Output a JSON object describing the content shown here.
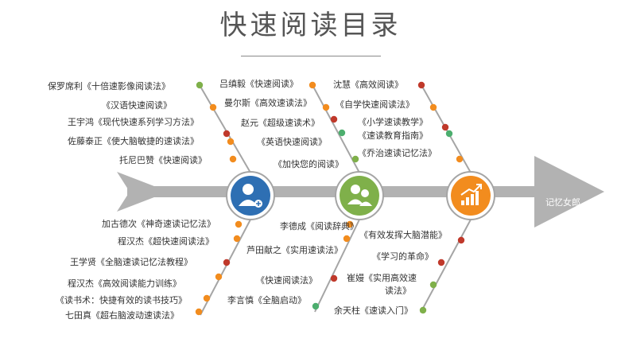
{
  "title": "快速阅读目录",
  "logo": "记忆女郎",
  "colors": {
    "spine": "#aeaeae",
    "bone": "#a5a5a5",
    "blue": "#2e6fb3",
    "green": "#7fb04a",
    "orange": "#f28c1e",
    "gray": "#aeaeae"
  },
  "hubs": [
    {
      "icon": "user-add-icon"
    },
    {
      "icon": "user-group-icon"
    },
    {
      "icon": "bar-chart-icon"
    }
  ],
  "branches": {
    "b1_top": [
      {
        "text": "保罗席利《十倍速影像阅读法》",
        "dot": "#7fb04a"
      },
      {
        "text": "《汉语快速阅读》",
        "dot": "#f28c1e"
      },
      {
        "text": "王宇鸿《现代快速系列学习方法》",
        "dot": "#c0392b"
      },
      {
        "text": "佐藤泰正《使大脑敏捷的速读法》",
        "dot": "#f28c1e"
      },
      {
        "text": "托尼巴赞《快速阅读》",
        "dot": "#f28c1e"
      }
    ],
    "b2_top": [
      {
        "text": "吕缜毅《快速阅读》",
        "dot": "#f28c1e"
      },
      {
        "text": "曼尔斯《高效速读法》",
        "dot": "#f28c1e"
      },
      {
        "text": "赵元《超级速读术》",
        "dot": "#c0392b"
      },
      {
        "text": "《英语快速阅读》",
        "dot": "#4cae6e"
      },
      {
        "text": "《加快您的阅读》",
        "dot": "#7fb04a"
      }
    ],
    "b3_top": [
      {
        "text": "沈慧《高效阅读》",
        "dot": "#c0392b"
      },
      {
        "text": "《自学快速阅读法》",
        "dot": "#f28c1e"
      },
      {
        "text": "《小学速读教学》",
        "dot": "#c0392b"
      },
      {
        "text": "《速读教育指南》",
        "dot": "#4cae6e"
      },
      {
        "text": "《乔治速读记忆法》",
        "dot": "#f28c1e"
      }
    ],
    "b1_bottom": [
      {
        "text": "加古德次《神奇速读记忆法》",
        "dot": "#f28c1e"
      },
      {
        "text": "程汉杰《超快速阅读法》",
        "dot": "#f28c1e"
      },
      {
        "text": "王学贤《全脑速读记忆法教程》",
        "dot": "#c0392b"
      },
      {
        "text": "程汉杰《高效阅读能力训练》",
        "dot": "#f28c1e"
      },
      {
        "text": "《读书术：快捷有效的读书技巧》",
        "dot": "#f28c1e"
      },
      {
        "text": "七田真《超右脑波动速读法》",
        "dot": "#f28c1e"
      }
    ],
    "b2_bottom": [
      {
        "text": "李德成《阅读辞典》",
        "dot": "#f28c1e"
      },
      {
        "text": "芦田献之《实用速读法》",
        "dot": "#f28c1e"
      },
      {
        "text": "《快速阅读法》",
        "dot": "#c0392b"
      },
      {
        "text": "李言慎《全脑启动》",
        "dot": "#4cae6e"
      }
    ],
    "b3_bottom": [
      {
        "text": "《有效发挥大脑潜能》",
        "dot": "#c0392b"
      },
      {
        "text": "《学习的革命》",
        "dot": "#c0392b"
      },
      {
        "text": "崔嫚《实用高效速",
        "dot": "#7fb04a"
      },
      {
        "text": "读法》",
        "dot": ""
      },
      {
        "text": "余天柱《速读入门》",
        "dot": "#7fb04a"
      }
    ]
  }
}
